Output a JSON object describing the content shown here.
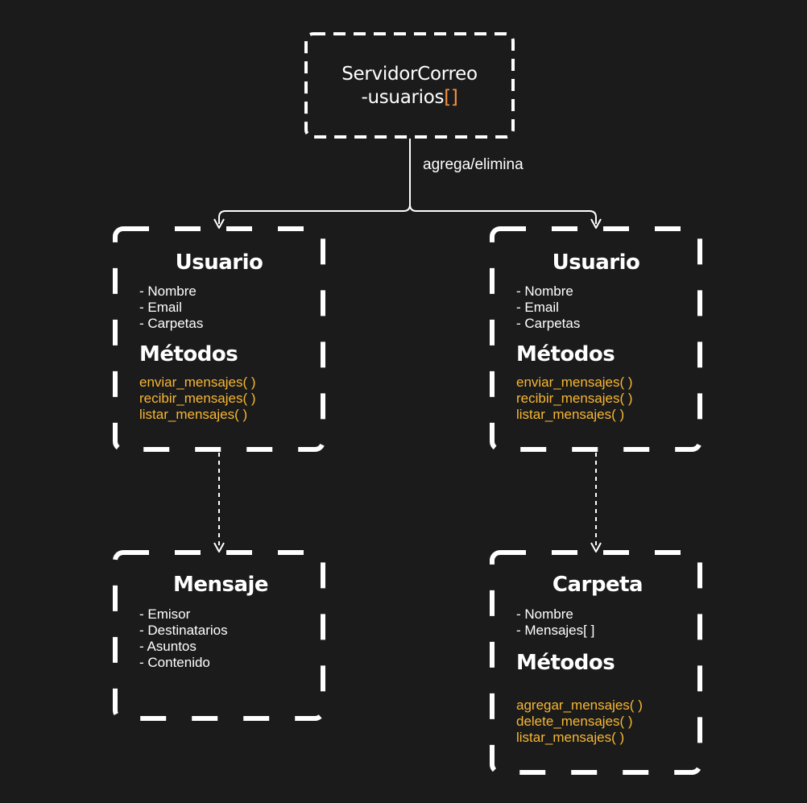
{
  "colors": {
    "background": "#1b1b1b",
    "stroke": "#ffffff",
    "text": "#ffffff",
    "method": "#f7b733",
    "bracket": "#f6923e"
  },
  "server": {
    "name": "ServidorCorreo",
    "attribute_name": "-usuarios",
    "attribute_bracket": "[]"
  },
  "edge_label": "agrega/elimina",
  "usuario_left": {
    "title": "Usuario",
    "attributes": [
      "- Nombre",
      "- Email",
      "- Carpetas"
    ],
    "methods_title": "Métodos",
    "methods": [
      "enviar_mensajes( )",
      "recibir_mensajes( )",
      "listar_mensajes( )"
    ]
  },
  "usuario_right": {
    "title": "Usuario",
    "attributes": [
      "- Nombre",
      "- Email",
      "- Carpetas"
    ],
    "methods_title": "Métodos",
    "methods": [
      "enviar_mensajes( )",
      "recibir_mensajes( )",
      "listar_mensajes( )"
    ]
  },
  "mensaje": {
    "title": "Mensaje",
    "attributes": [
      "- Emisor",
      "- Destinatarios",
      "- Asuntos",
      "- Contenido"
    ]
  },
  "carpeta": {
    "title": "Carpeta",
    "attributes": [
      "- Nombre",
      "- Mensajes[ ]"
    ],
    "methods_title": "Métodos",
    "methods": [
      "agregar_mensajes( )",
      "delete_mensajes( )",
      "listar_mensajes( )"
    ]
  }
}
